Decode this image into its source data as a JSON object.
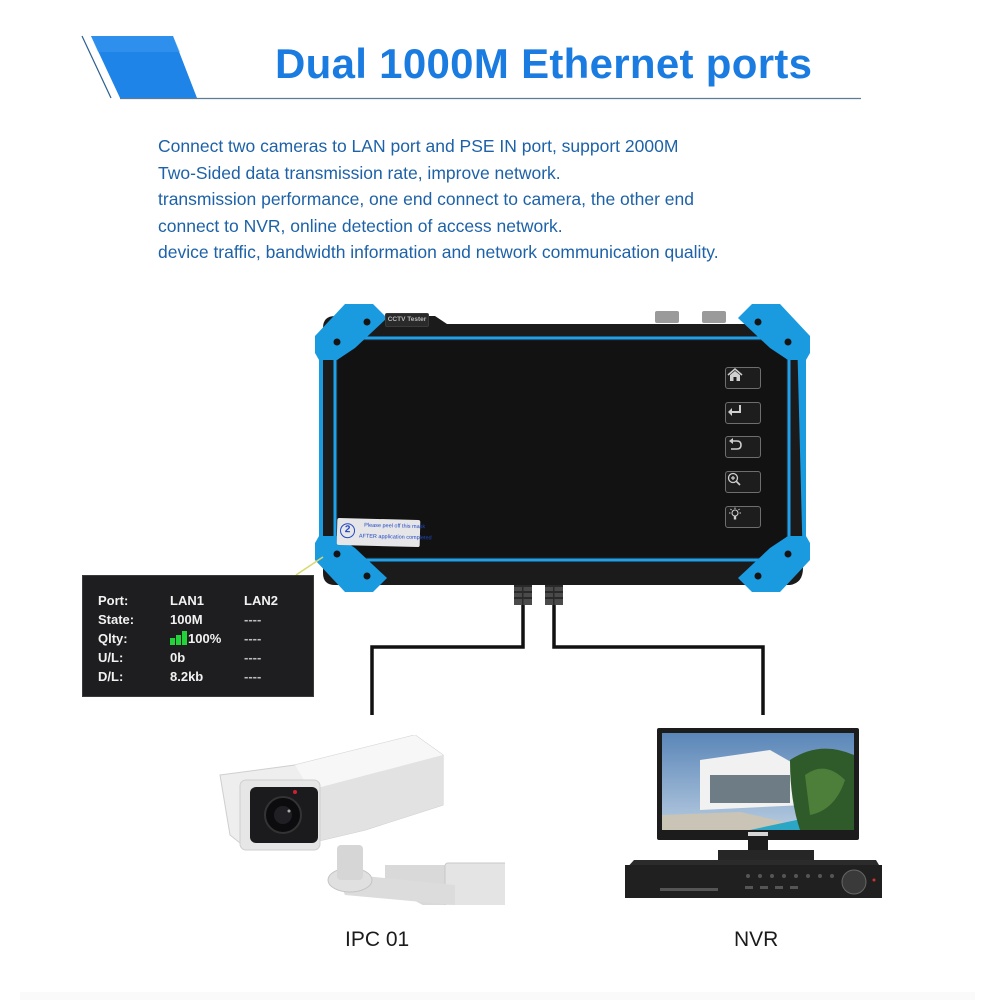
{
  "header": {
    "title": "Dual 1000M Ethernet ports",
    "accent_color": "#1a7be0"
  },
  "description": {
    "lines": [
      "Connect two cameras to LAN port and PSE IN port, support 2000M",
      "Two-Sided data transmission rate, improve network.",
      "transmission performance, one end connect to camera, the other end",
      "connect to NVR, online detection of access network.",
      "device traffic, bandwidth information and network communication quality."
    ],
    "text_color": "#1d62a8"
  },
  "device": {
    "brand_label": "CCTV Tester",
    "bumper_color": "#1a9be0",
    "buttons": [
      {
        "icon": "home-icon"
      },
      {
        "icon": "enter-icon"
      },
      {
        "icon": "back-icon"
      },
      {
        "icon": "zoom-in-icon"
      },
      {
        "icon": "light-icon"
      }
    ],
    "sticker": {
      "number": "2",
      "line1": "Please peel off this mask",
      "line2": "AFTER application completed"
    }
  },
  "status_panel": {
    "rows": [
      {
        "label": "Port:",
        "lan1": "LAN1",
        "lan2": "LAN2"
      },
      {
        "label": "State:",
        "lan1": "100M",
        "lan2": "----"
      },
      {
        "label": "Qlty:",
        "lan1": "100%",
        "lan2": "----"
      },
      {
        "label": "U/L:",
        "lan1": "0b",
        "lan2": "----"
      },
      {
        "label": "D/L:",
        "lan1": "8.2kb",
        "lan2": "----"
      }
    ],
    "signal_color": "#22d43a"
  },
  "endpoints": {
    "camera_label": "IPC 01",
    "nvr_label": "NVR"
  }
}
